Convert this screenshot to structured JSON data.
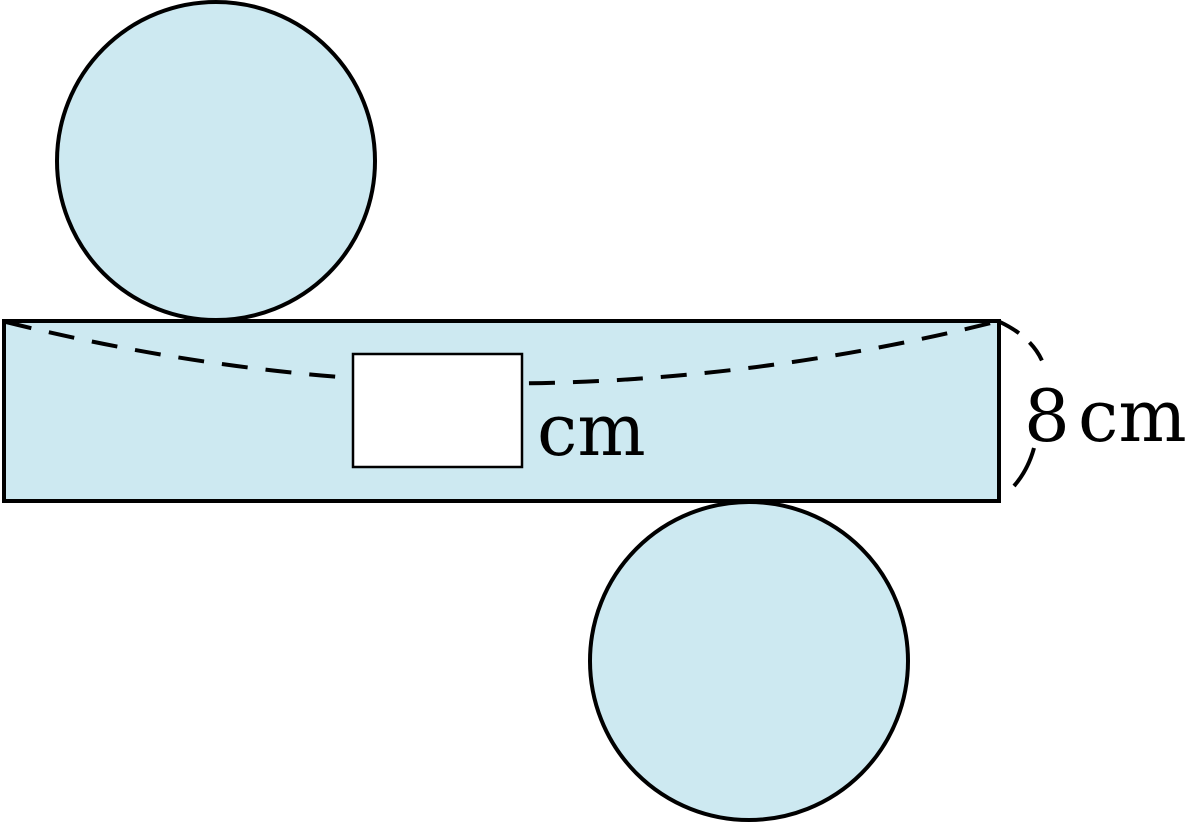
{
  "diagram": {
    "net_of": "cylinder",
    "fill_color": "#cde9f1",
    "stroke_color": "#000000",
    "answer_blank": "",
    "length_unit": "cm",
    "height_value": "8",
    "height_unit": "cm"
  }
}
